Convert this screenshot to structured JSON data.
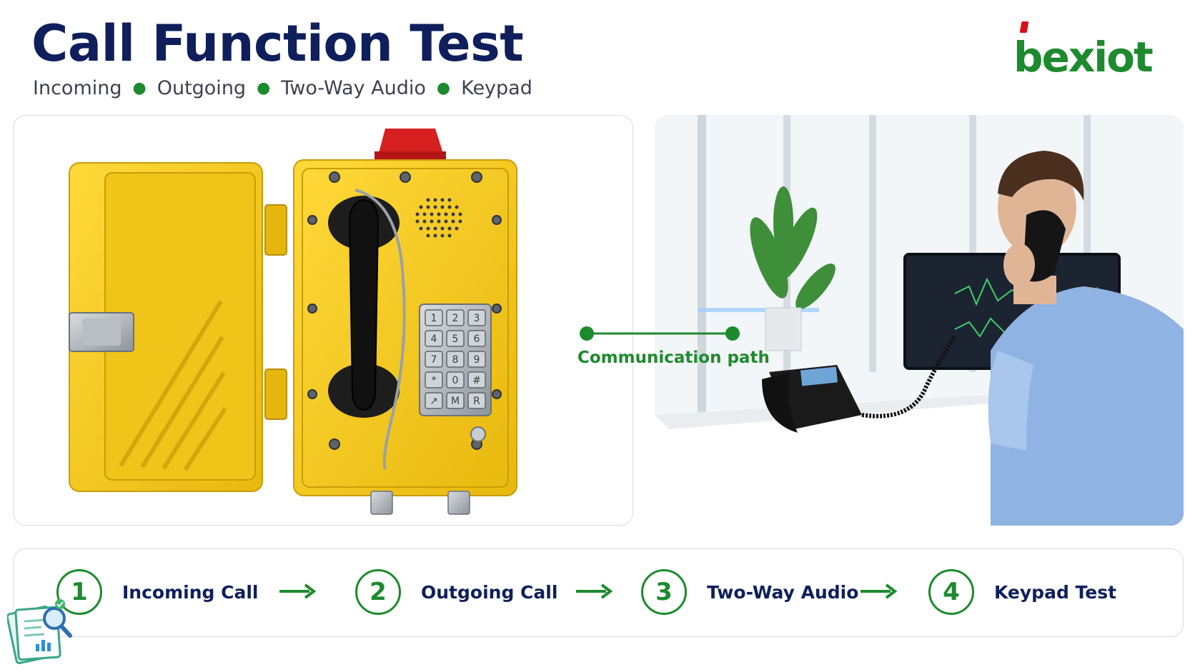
{
  "header": {
    "title": "Call Function Test",
    "subtitle_items": [
      "Incoming",
      "Outgoing",
      "Two-Way Audio",
      "Keypad"
    ]
  },
  "logo": {
    "text": "bexiot",
    "icon": "bexiot-logo"
  },
  "device": {
    "icon": "yellow-weatherproof-telephone",
    "keypad_keys": [
      "1",
      "2",
      "3",
      "4",
      "5",
      "6",
      "7",
      "8",
      "9",
      "*",
      "0",
      "#",
      "↗",
      "M",
      "R"
    ]
  },
  "photo": {
    "icon": "office-worker-on-phone"
  },
  "path": {
    "label": "Communication path"
  },
  "steps": [
    {
      "number": "1",
      "label": "Incoming Call"
    },
    {
      "number": "2",
      "label": "Outgoing Call"
    },
    {
      "number": "3",
      "label": "Two-Way Audio"
    },
    {
      "number": "4",
      "label": "Keypad Test"
    }
  ],
  "report_icon": "report-inspection-icon",
  "colors": {
    "navy": "#0f1f5c",
    "green": "#1e8a2e",
    "yellow": "#f5cb1d",
    "red_beacon": "#d61f1f",
    "logo_red": "#d6111a"
  }
}
